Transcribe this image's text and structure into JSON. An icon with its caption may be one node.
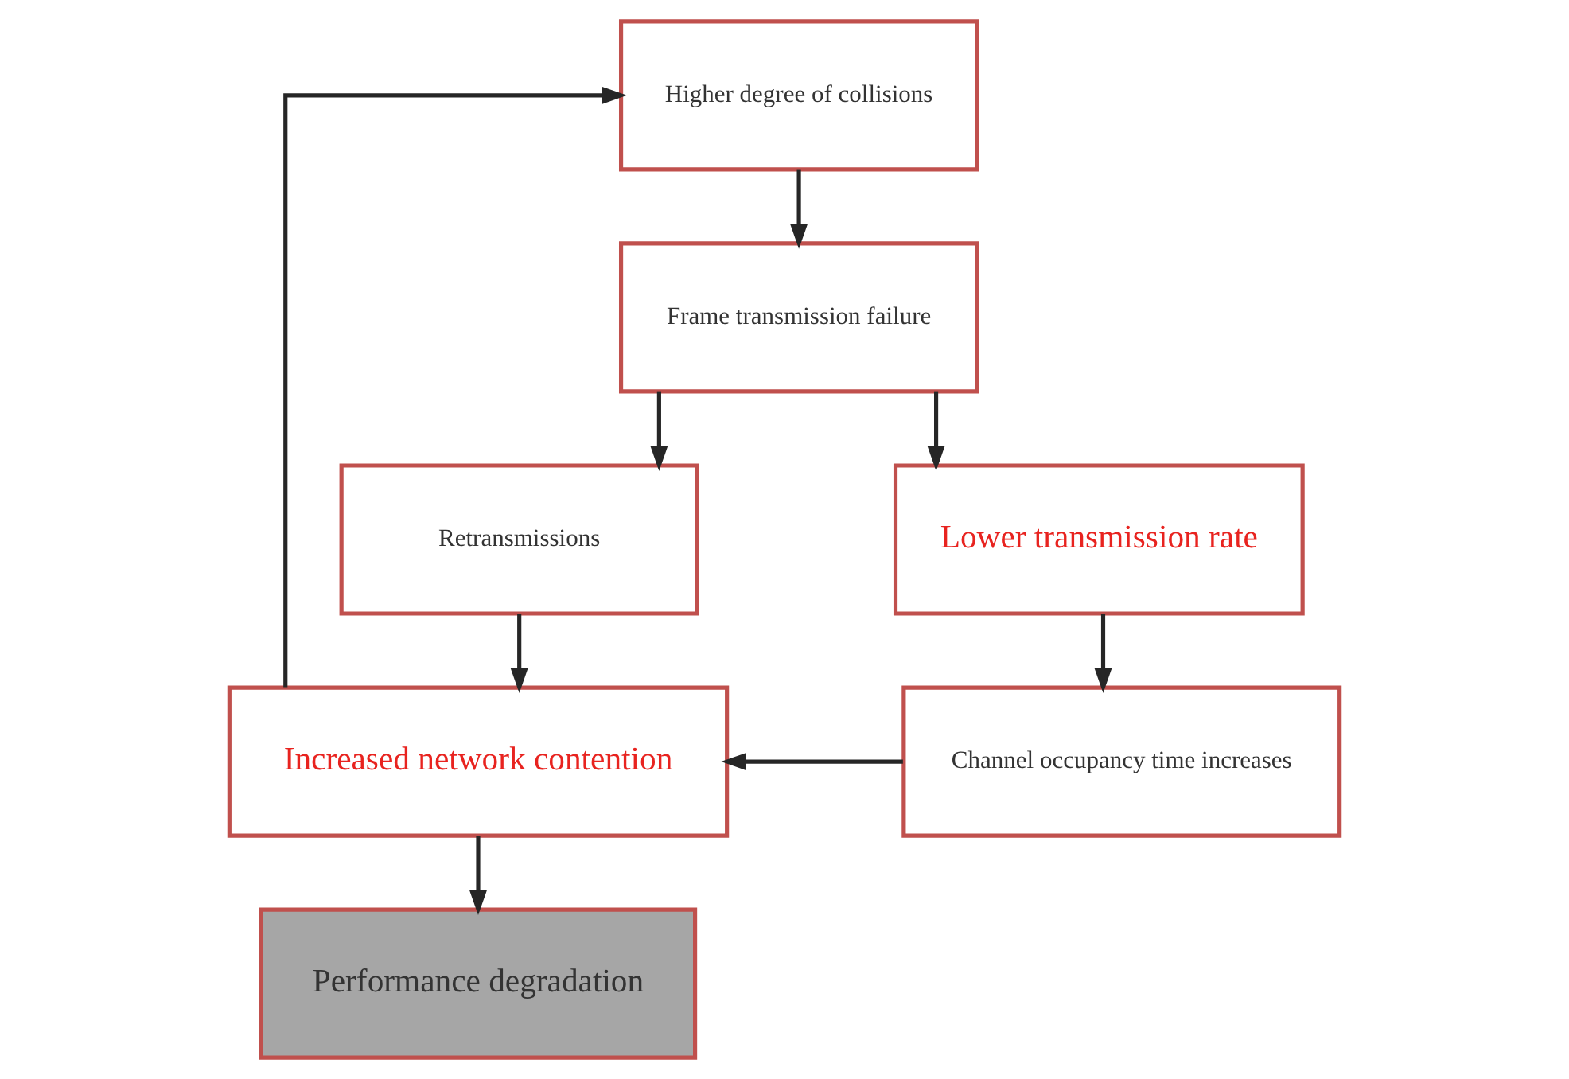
{
  "diagram": {
    "nodes": [
      {
        "text": [
          "Higher degree of collisions"
        ]
      },
      {
        "text": [
          "Frame transmission failure"
        ]
      },
      {
        "text": [
          "Retransmissions"
        ]
      },
      {
        "text": [
          "Lower transmission rate"
        ]
      },
      {
        "text": [
          "Increased network contention"
        ]
      },
      {
        "text": [
          "Channel occupancy time increases"
        ]
      },
      {
        "text": [
          "Performance degradation"
        ]
      }
    ],
    "edges": [
      {
        "from": 4,
        "to": 0,
        "arrow": "to"
      },
      {
        "from": 0,
        "to": 1,
        "arrow": "to"
      },
      {
        "from": 1,
        "to": 2,
        "arrow": "to"
      },
      {
        "from": 1,
        "to": 3,
        "arrow": "to"
      },
      {
        "from": 2,
        "to": 4,
        "arrow": "to"
      },
      {
        "from": 3,
        "to": 5,
        "arrow": "to"
      },
      {
        "from": 5,
        "to": 4,
        "arrow": "to"
      },
      {
        "from": 4,
        "to": 6,
        "arrow": "to"
      }
    ]
  }
}
